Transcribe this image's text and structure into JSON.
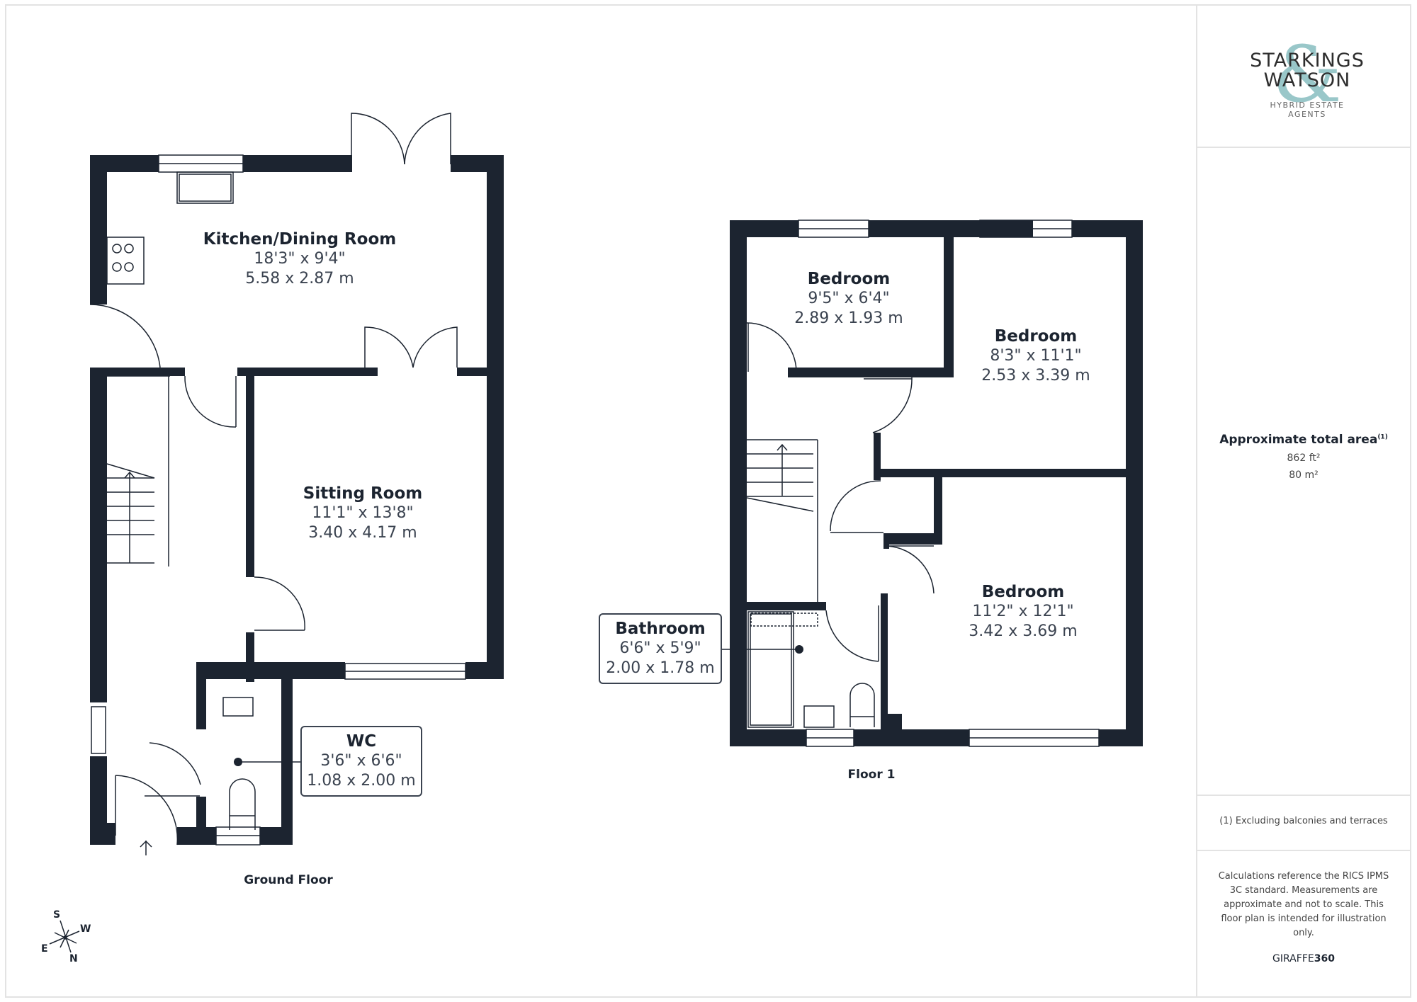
{
  "brand": {
    "line1": "STARKINGS",
    "line2": "WATSON",
    "ampersand": "&",
    "tagline": "HYBRID ESTATE AGENTS",
    "accent_color": "#8fc1c4"
  },
  "summary": {
    "area_title": "Approximate total area",
    "area_footnote_marker": "(1)",
    "area_sqft": "862 ft²",
    "area_sqm": "80 m²",
    "footnote": "(1) Excluding balconies and terraces",
    "disclaimer": "Calculations reference the RICS IPMS 3C standard. Measurements are approximate and not to scale. This floor plan is intended for illustration only.",
    "provider_prefix": "GIRAFFE",
    "provider_suffix": "360"
  },
  "compass": {
    "s": "S",
    "w": "W",
    "e": "E",
    "n": "N"
  },
  "floors": [
    {
      "name": "Ground Floor",
      "rooms": [
        {
          "name": "Kitchen/Dining Room",
          "imperial": "18'3\" x 9'4\"",
          "metric": "5.58 x 2.87 m"
        },
        {
          "name": "Sitting Room",
          "imperial": "11'1\" x 13'8\"",
          "metric": "3.40 x 4.17 m"
        },
        {
          "name": "WC",
          "imperial": "3'6\" x 6'6\"",
          "metric": "1.08 x 2.00 m"
        }
      ]
    },
    {
      "name": "Floor 1",
      "rooms": [
        {
          "name": "Bedroom",
          "imperial": "9'5\" x 6'4\"",
          "metric": "2.89 x 1.93 m"
        },
        {
          "name": "Bedroom",
          "imperial": "8'3\" x 11'1\"",
          "metric": "2.53 x 3.39 m"
        },
        {
          "name": "Bedroom",
          "imperial": "11'2\" x 12'1\"",
          "metric": "3.42 x 3.69 m"
        },
        {
          "name": "Bathroom",
          "imperial": "6'6\" x 5'9\"",
          "metric": "2.00 x 1.78 m"
        }
      ]
    }
  ],
  "colors": {
    "wall": "#1c2430",
    "text": "#1c2430",
    "border": "#e3e3e3"
  }
}
